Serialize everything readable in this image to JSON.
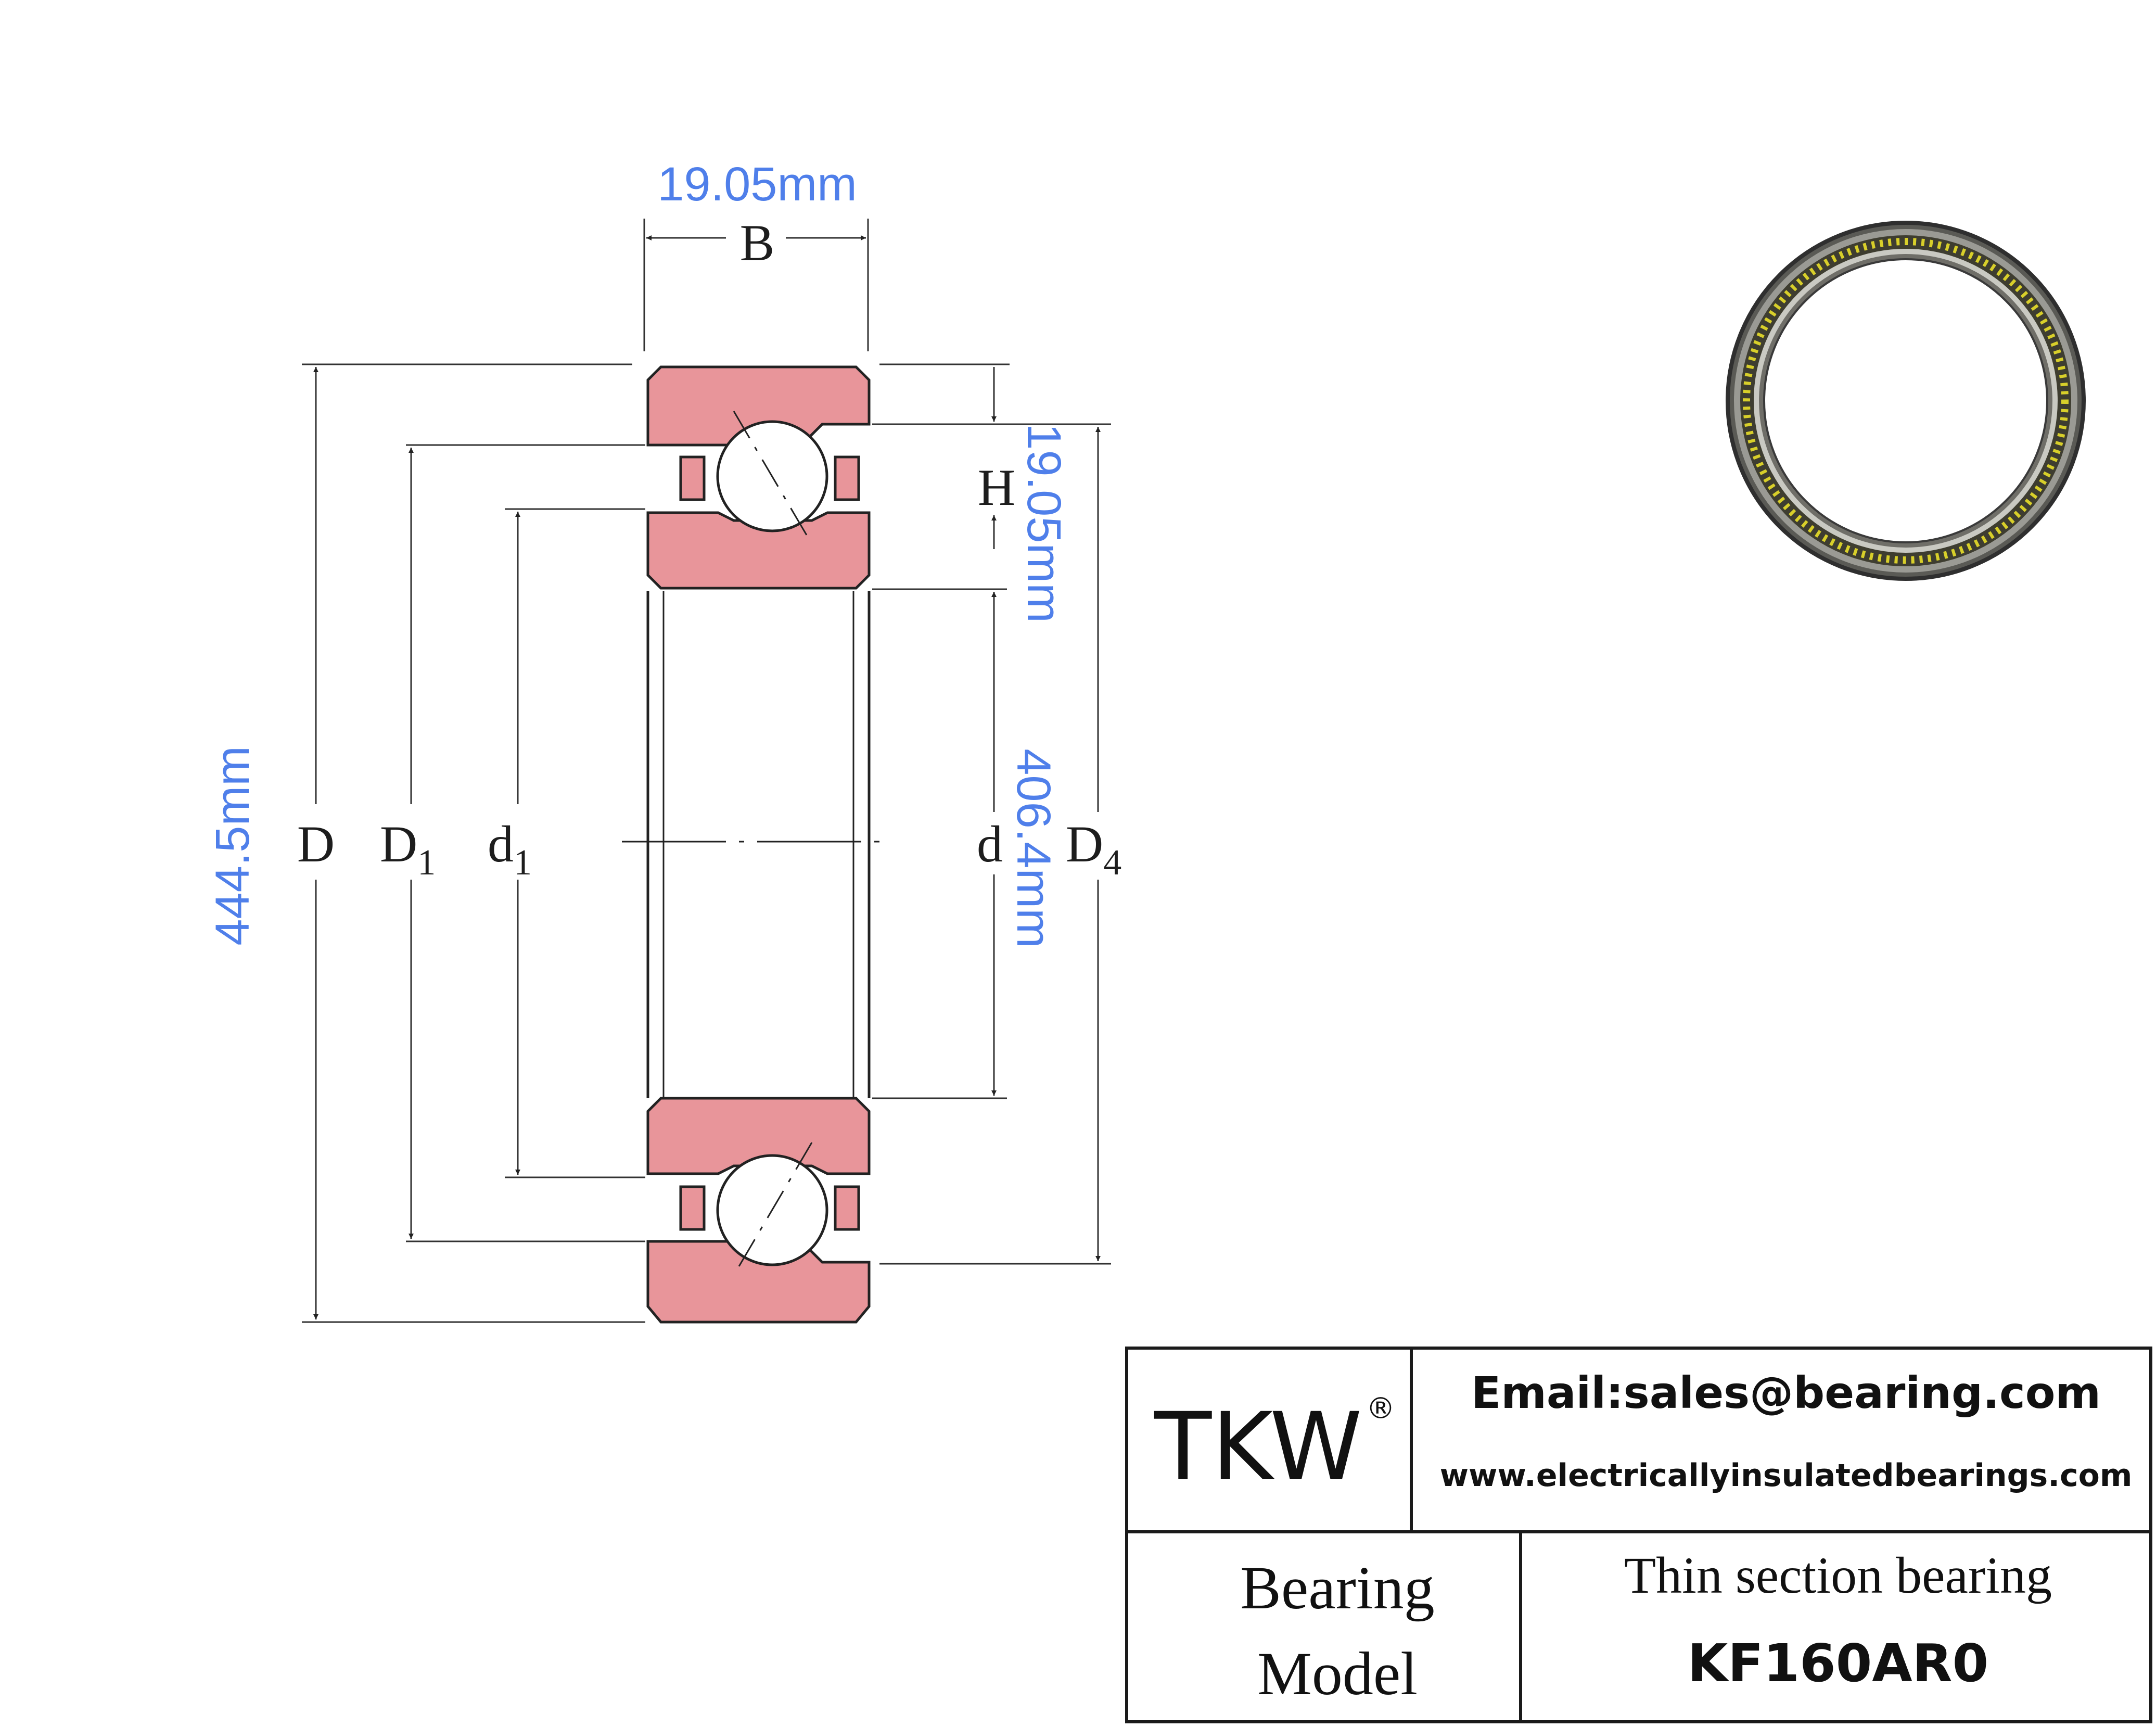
{
  "drawing": {
    "dimensions": {
      "width_B": {
        "symbol": "B",
        "value": "19.05mm"
      },
      "height_H": {
        "symbol": "H",
        "value": "19.05mm"
      },
      "outer_D": {
        "symbol": "D",
        "value": "444.5mm"
      },
      "inner_d": {
        "symbol": "d",
        "value": "406.4mm"
      },
      "D1": {
        "symbol": "D",
        "subscript": "1"
      },
      "d1": {
        "symbol": "d",
        "subscript": "1"
      },
      "D4": {
        "symbol": "D",
        "subscript": "4"
      }
    },
    "colors": {
      "section_fill": "#e8959a",
      "dimension_text": "#4f7fea",
      "ball_cage": "#d8cf2a"
    }
  },
  "title_block": {
    "brand": "TKW",
    "registered_mark": "®",
    "email": "Email:sales@bearing.com",
    "website": "www.electricallyinsulatedbearings.com",
    "label_line1": "Bearing",
    "label_line2": "Model",
    "bearing_type": "Thin section bearing",
    "model": "KF160AR0"
  }
}
